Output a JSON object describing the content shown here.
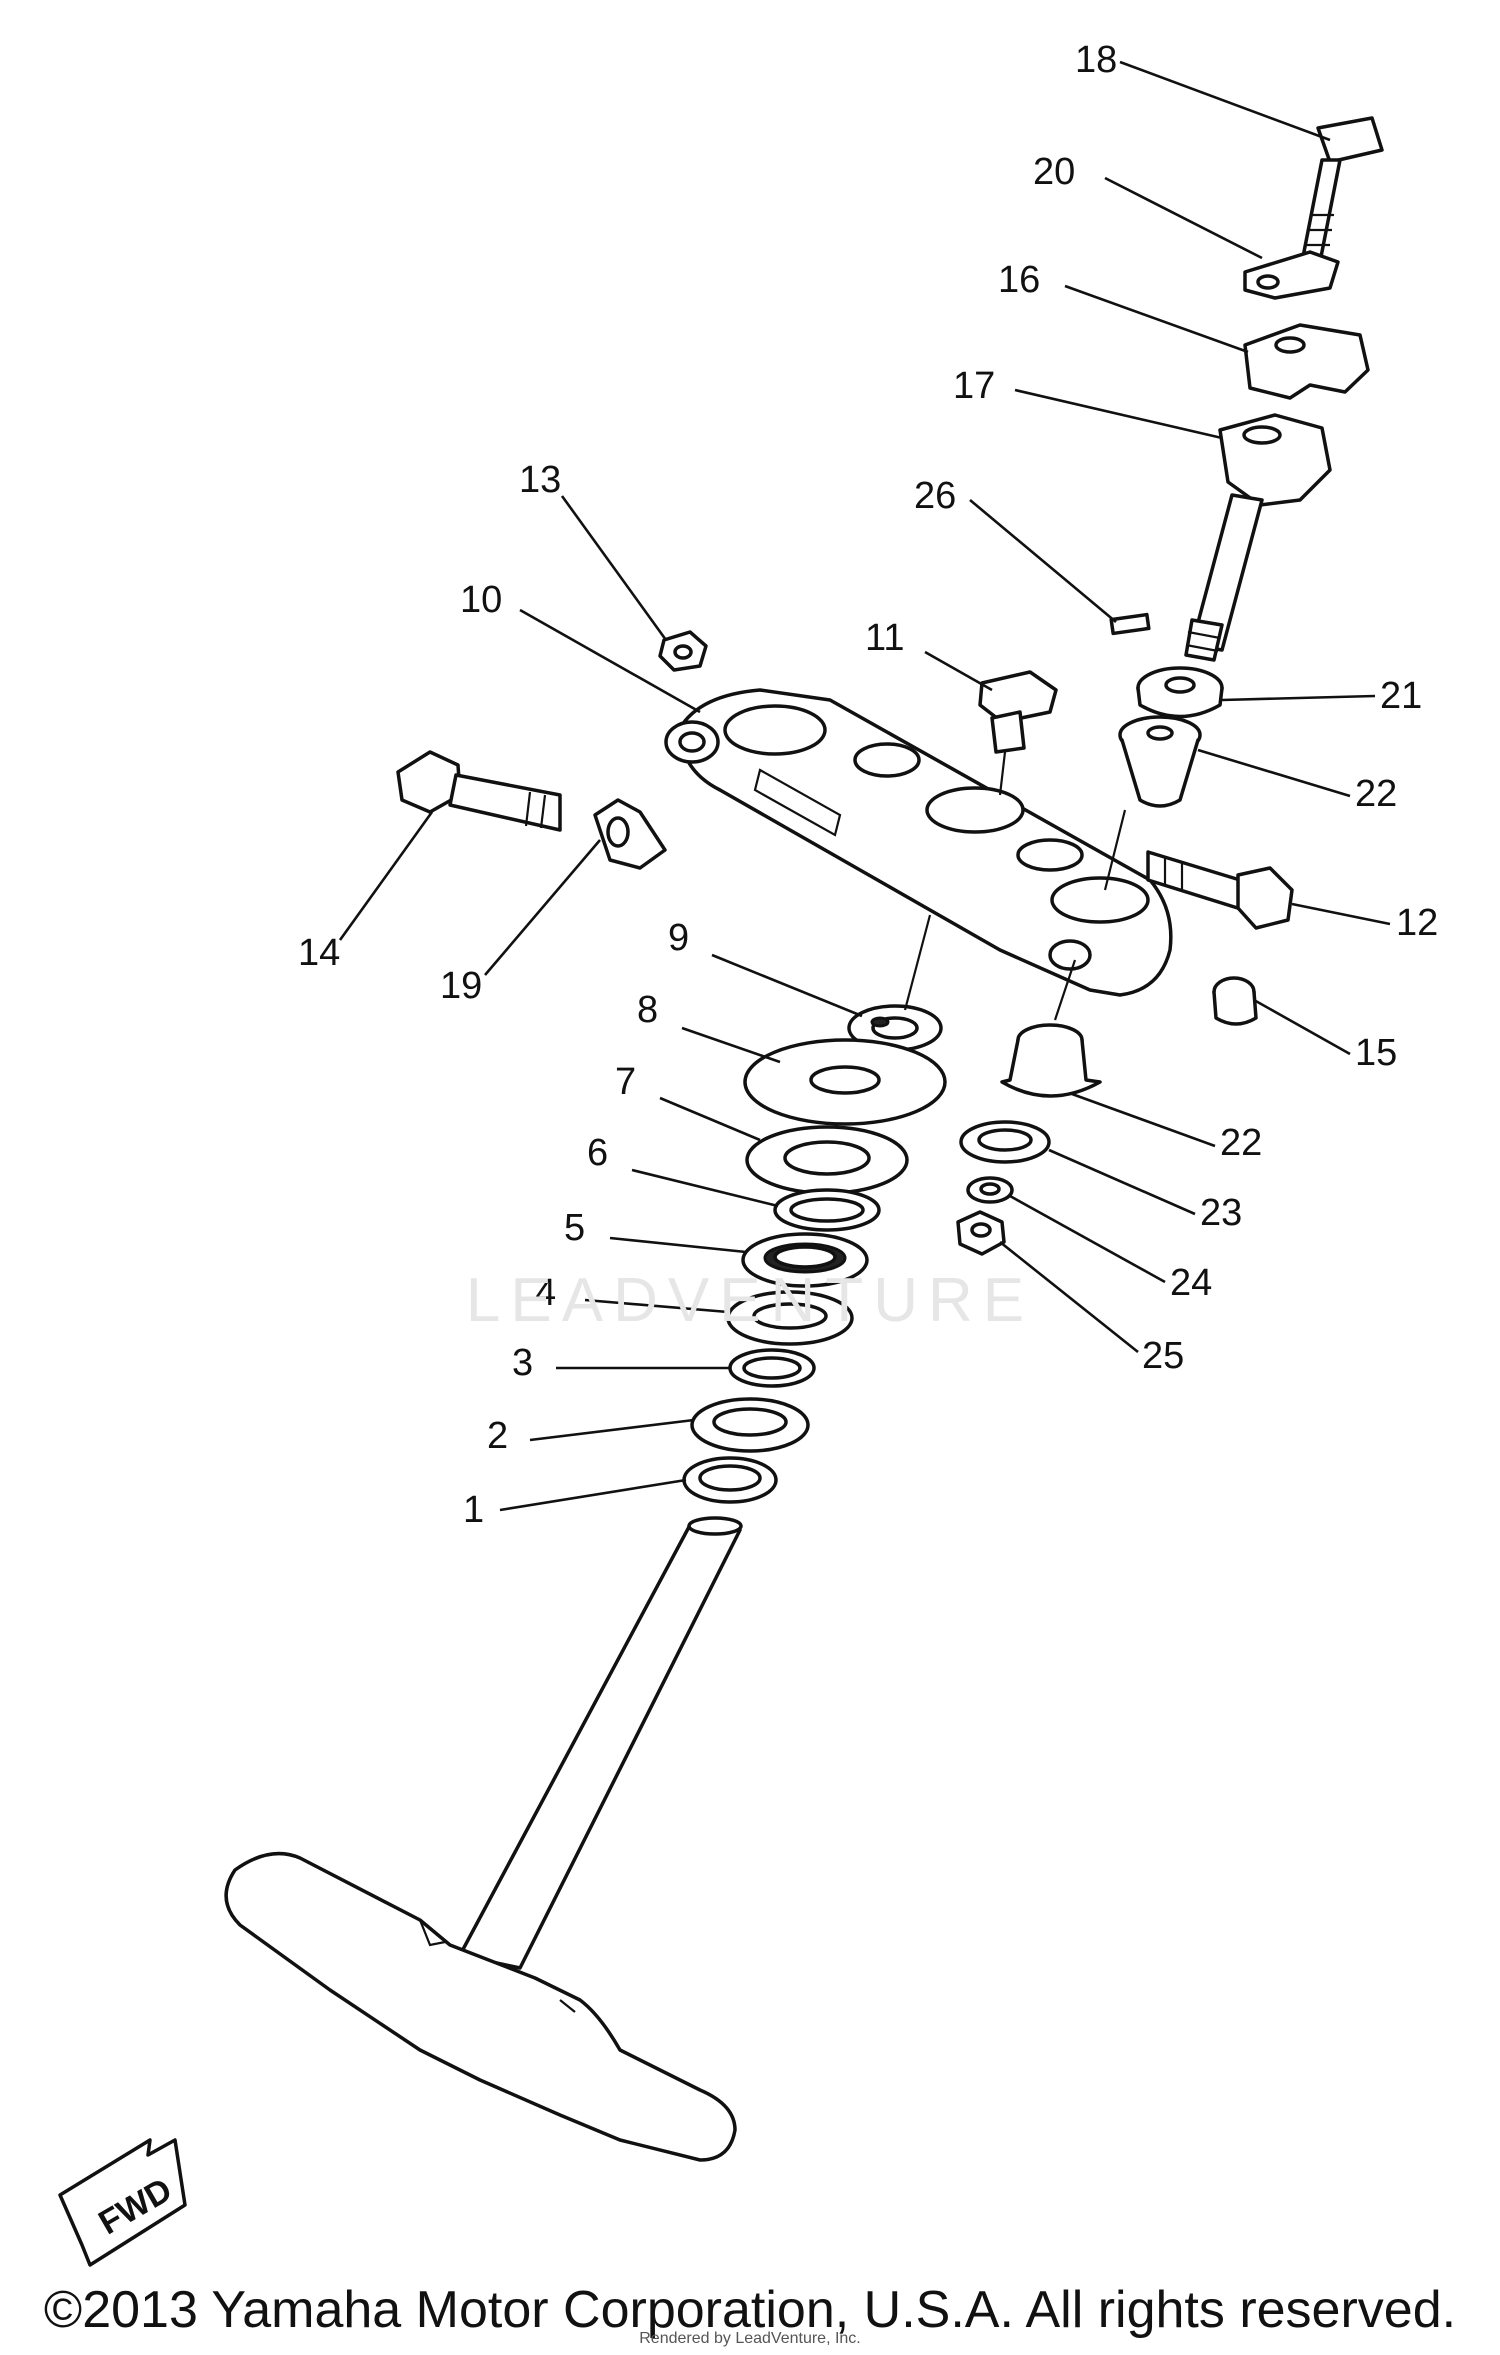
{
  "diagram": {
    "callouts": [
      {
        "id": "1",
        "label": "1"
      },
      {
        "id": "2",
        "label": "2"
      },
      {
        "id": "3",
        "label": "3"
      },
      {
        "id": "4",
        "label": "4"
      },
      {
        "id": "5",
        "label": "5"
      },
      {
        "id": "6",
        "label": "6"
      },
      {
        "id": "7",
        "label": "7"
      },
      {
        "id": "8",
        "label": "8"
      },
      {
        "id": "9",
        "label": "9"
      },
      {
        "id": "10",
        "label": "10"
      },
      {
        "id": "11",
        "label": "11"
      },
      {
        "id": "12",
        "label": "12"
      },
      {
        "id": "13",
        "label": "13"
      },
      {
        "id": "14",
        "label": "14"
      },
      {
        "id": "15",
        "label": "15"
      },
      {
        "id": "16",
        "label": "16"
      },
      {
        "id": "17",
        "label": "17"
      },
      {
        "id": "18",
        "label": "18"
      },
      {
        "id": "19",
        "label": "19"
      },
      {
        "id": "20",
        "label": "20"
      },
      {
        "id": "21",
        "label": "21"
      },
      {
        "id": "22a",
        "label": "22"
      },
      {
        "id": "22b",
        "label": "22"
      },
      {
        "id": "23",
        "label": "23"
      },
      {
        "id": "24",
        "label": "24"
      },
      {
        "id": "25",
        "label": "25"
      },
      {
        "id": "26",
        "label": "26"
      }
    ],
    "direction_badge": "FWD",
    "watermark": "LEADVENTURE"
  },
  "footer": {
    "copyright": "©2013 Yamaha Motor Corporation, U.S.A. All rights reserved.",
    "subnote": "Rendered by LeadVenture, Inc."
  }
}
